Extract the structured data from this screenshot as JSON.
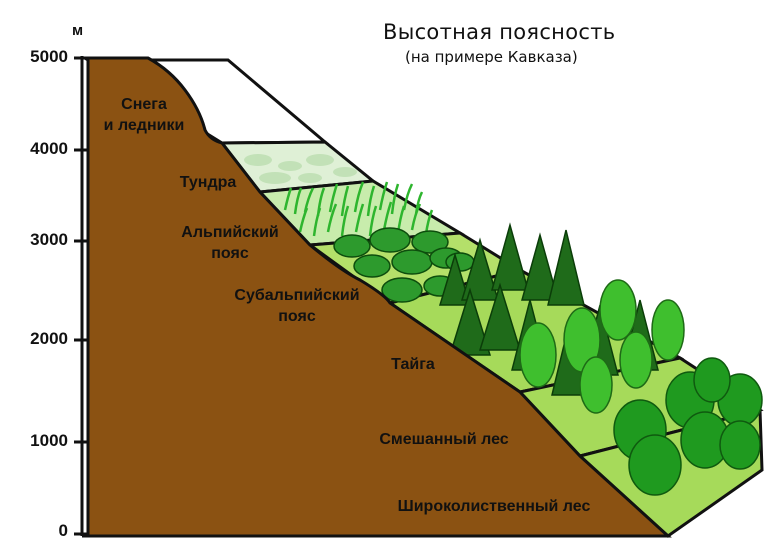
{
  "title": "Высотная поясность",
  "subtitle": "(на примере Кавказа)",
  "axis": {
    "unit": "м",
    "ticks": [
      "5000",
      "4000",
      "3000",
      "2000",
      "1000",
      "0"
    ]
  },
  "zones": [
    {
      "label": "Снега\nи ледники",
      "color": "#ffffff"
    },
    {
      "label": "Тундра",
      "color": "#dff0d6"
    },
    {
      "label": "Альпийский\nпояс",
      "color": "#bfe6a0"
    },
    {
      "label": "Субальпийский\nпояс",
      "color": "#a6da5a"
    },
    {
      "label": "Тайга",
      "color": "#a6da5a"
    },
    {
      "label": "Смешанный лес",
      "color": "#a6da5a"
    },
    {
      "label": "Широколиственный лес",
      "color": "#a6da5a"
    }
  ],
  "colors": {
    "mountain": "#8b5212",
    "outline": "#111111",
    "conifer": "#1f6b1a",
    "deciduous": "#1f9a1f",
    "light_tree": "#57c63a"
  }
}
